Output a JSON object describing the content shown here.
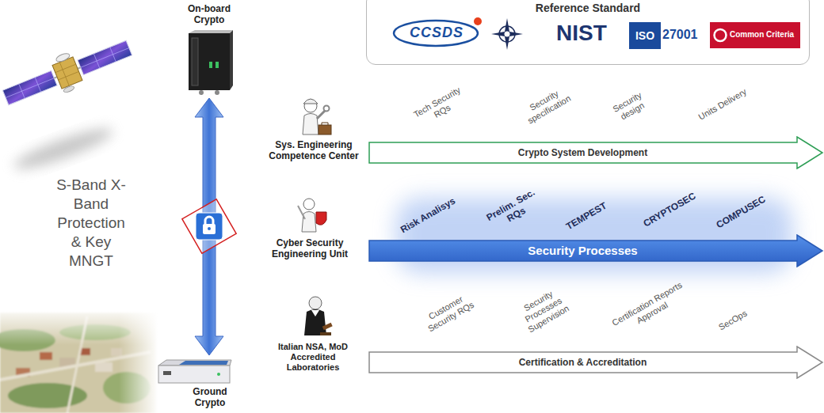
{
  "diagram": {
    "nodes": [
      {
        "text": [
          "Reference Standard"
        ]
      },
      {
        "text": [
          "On-board Crypto"
        ]
      },
      {
        "text": [
          "Ground Crypto"
        ]
      },
      {
        "text": [
          "Crypto System Development"
        ]
      },
      {
        "text": [
          "Security Processes"
        ]
      },
      {
        "text": [
          "Certification & Accreditation"
        ]
      }
    ],
    "edges": [
      {
        "from": 1,
        "to": 2,
        "arrow": "both"
      }
    ],
    "labels": [
      "CCSDS",
      "NIST",
      "ISO",
      "27001",
      "Common Criteria",
      "S-Band X-Band Protection & Key MNGT",
      "Sys. Engineering Competence Center",
      "Tech Security RQs",
      "Security specification",
      "Security design",
      "Units Delivery",
      "Cyber Security Engineering Unit",
      "Risk Analisys",
      "Prelim. Sec. RQs",
      "TEMPEST",
      "CRYPTOSEC",
      "COMPUSEC",
      "Italian NSA, MoD Accredited Laboratories",
      "Customer Security RQs",
      "Security Processes Supervision",
      "Certification Reports Approval",
      "SecOps"
    ]
  }
}
